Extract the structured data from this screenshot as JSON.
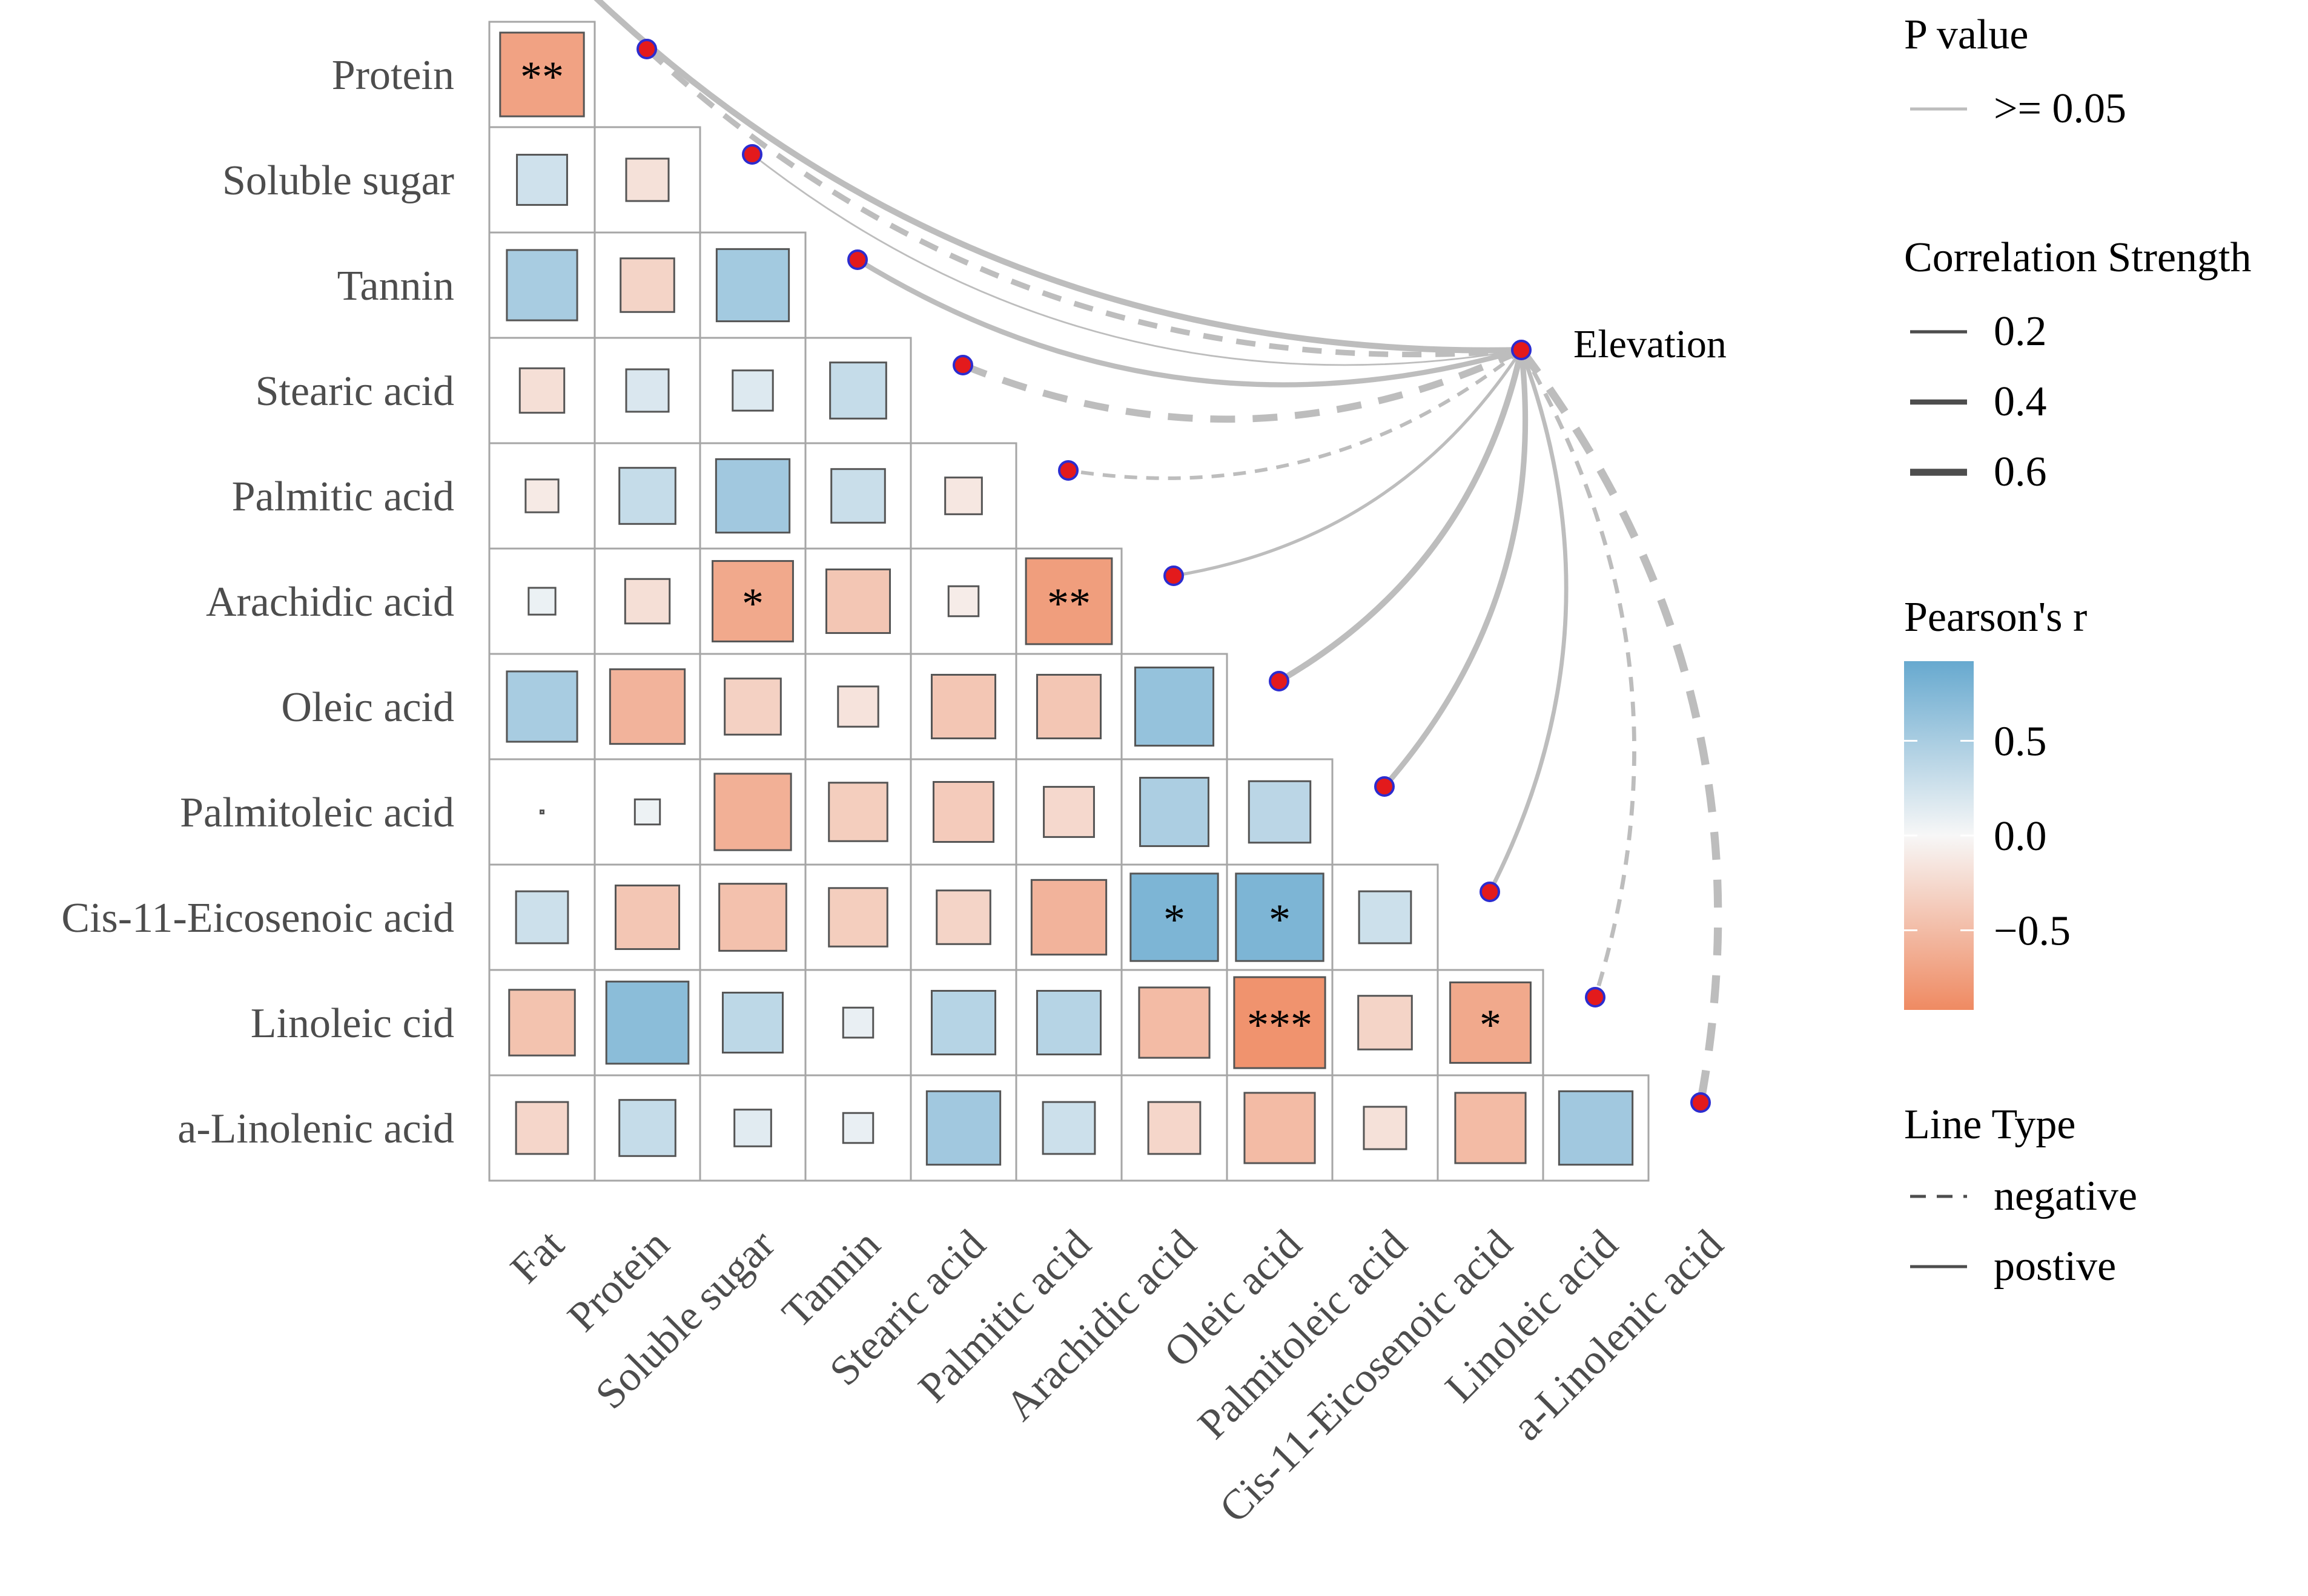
{
  "chart_data": {
    "type": "heatmap",
    "variables": [
      "Fat",
      "Protein",
      "Soluble sugar",
      "Tannin",
      "Stearic acid",
      "Palmitic acid",
      "Arachidic acid",
      "Oleic acid",
      "Palmitoleic acid",
      "Cis-11-Eicosenoic acid",
      "Linoleic cid",
      "a-Linolenic acid"
    ],
    "x_tick_labels": [
      "Fat",
      "Protein",
      "Soluble sugar",
      "Tannin",
      "Stearic acid",
      "Palmitic acid",
      "Arachidic acid",
      "Oleic acid",
      "Palmitoleic acid",
      "Cis-11-Eicosenoic acid",
      "Linoleic acid",
      "a-Linolenic acid"
    ],
    "lower_triangle_r": [
      [],
      [
        -0.78
      ],
      [
        0.28,
        -0.2
      ],
      [
        0.55,
        -0.32,
        0.58
      ],
      [
        -0.22,
        0.2,
        0.18,
        0.35
      ],
      [
        -0.12,
        0.35,
        0.6,
        0.32,
        -0.15
      ],
      [
        0.08,
        -0.22,
        -0.72,
        -0.45,
        -0.1,
        -0.82
      ],
      [
        0.55,
        -0.62,
        -0.35,
        -0.18,
        -0.45,
        -0.45,
        0.68
      ],
      [
        0.0,
        0.07,
        -0.65,
        -0.38,
        -0.4,
        -0.28,
        0.52,
        0.42
      ],
      [
        0.3,
        -0.45,
        -0.5,
        -0.38,
        -0.32,
        -0.62,
        0.85,
        0.85,
        0.3
      ],
      [
        -0.48,
        0.75,
        0.4,
        0.1,
        0.45,
        0.45,
        -0.55,
        -0.92,
        -0.32,
        -0.72
      ],
      [
        -0.3,
        0.35,
        0.15,
        0.1,
        0.6,
        0.3,
        -0.3,
        -0.55,
        -0.2,
        -0.55,
        0.6
      ]
    ],
    "significance_marks": [
      {
        "row": "Protein",
        "col": "Fat",
        "stars": "**"
      },
      {
        "row": "Arachidic acid",
        "col": "Soluble sugar",
        "stars": "*"
      },
      {
        "row": "Arachidic acid",
        "col": "Palmitic acid",
        "stars": "**"
      },
      {
        "row": "Cis-11-Eicosenoic acid",
        "col": "Arachidic acid",
        "stars": "*"
      },
      {
        "row": "Cis-11-Eicosenoic acid",
        "col": "Oleic acid",
        "stars": "*"
      },
      {
        "row": "Linoleic cid",
        "col": "Oleic acid",
        "stars": "***"
      },
      {
        "row": "Linoleic cid",
        "col": "Cis-11-Eicosenoic acid",
        "stars": "*"
      }
    ],
    "elevation_node": "Elevation",
    "elevation_links": [
      {
        "target": "Fat",
        "strength": 0.5,
        "type": "postive",
        "p": ">= 0.05"
      },
      {
        "target": "Protein",
        "strength": 0.45,
        "type": "negative",
        "p": ">= 0.05"
      },
      {
        "target": "Soluble sugar",
        "strength": 0.05,
        "type": "postive",
        "p": ">= 0.05"
      },
      {
        "target": "Tannin",
        "strength": 0.4,
        "type": "postive",
        "p": ">= 0.05"
      },
      {
        "target": "Stearic acid",
        "strength": 0.6,
        "type": "negative",
        "p": ">= 0.05"
      },
      {
        "target": "Palmitic acid",
        "strength": 0.25,
        "type": "negative",
        "p": ">= 0.05"
      },
      {
        "target": "Arachidic acid",
        "strength": 0.2,
        "type": "postive",
        "p": ">= 0.05"
      },
      {
        "target": "Oleic acid",
        "strength": 0.5,
        "type": "postive",
        "p": ">= 0.05"
      },
      {
        "target": "Palmitoleic acid",
        "strength": 0.45,
        "type": "postive",
        "p": ">= 0.05"
      },
      {
        "target": "Cis-11-Eicosenoic acid",
        "strength": 0.3,
        "type": "postive",
        "p": ">= 0.05"
      },
      {
        "target": "Linoleic cid",
        "strength": 0.3,
        "type": "negative",
        "p": ">= 0.05"
      },
      {
        "target": "a-Linolenic acid",
        "strength": 0.7,
        "type": "negative",
        "p": ">= 0.05"
      }
    ],
    "legend": {
      "p_value_title": "P value",
      "p_value_item": ">= 0.05",
      "strength_title": "Correlation Strength",
      "strength_items": [
        "0.2",
        "0.4",
        "0.6"
      ],
      "strength_values": [
        0.2,
        0.4,
        0.6
      ],
      "pearson_title": "Pearson's r",
      "pearson_ticks": [
        "0.5",
        "0.0",
        "−0.5"
      ],
      "line_type_title": "Line Type",
      "line_type_items": [
        "negative",
        "postive"
      ],
      "placement": "right"
    },
    "color_scale": {
      "positive": "#67a9cf",
      "mid": "#f7f7f7",
      "negative": "#ef8a62",
      "range": [
        -1,
        1
      ]
    },
    "colors": {
      "link_line": "#bdbdbd",
      "node_fill": "#e31a1c",
      "node_stroke": "#2c2ccf",
      "cell_border": "#a6a6a6",
      "square_border": "#555555"
    }
  }
}
